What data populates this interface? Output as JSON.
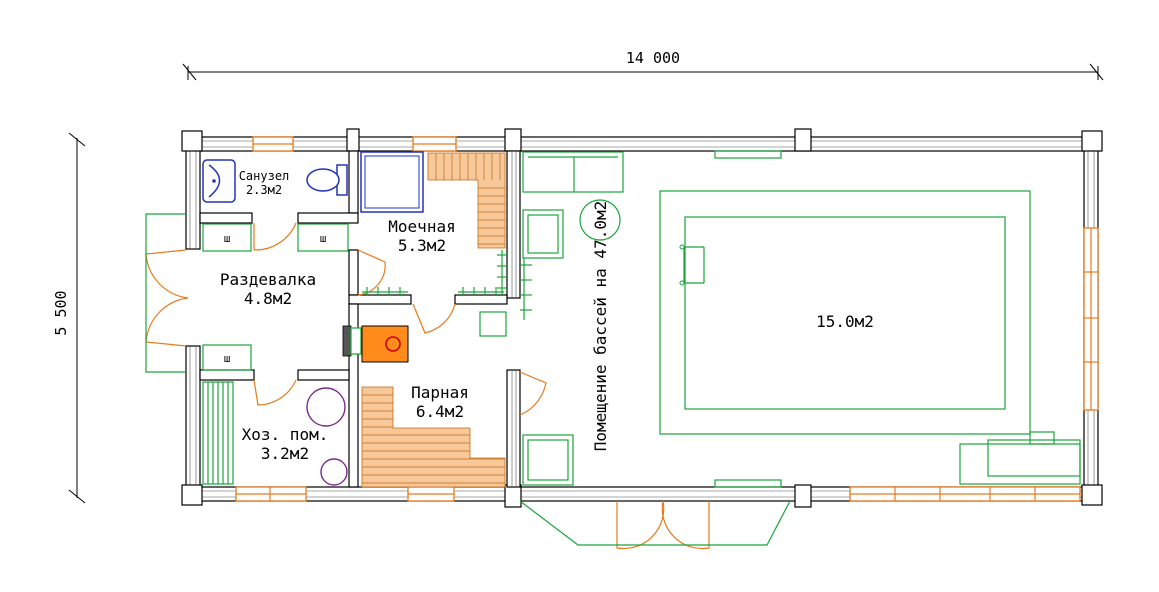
{
  "dimensions": {
    "width_label": "14 000",
    "height_label": "5 500"
  },
  "rooms": {
    "bathroom": {
      "name": "Санузел",
      "area": "2.3м2"
    },
    "washroom": {
      "name": "Моечная",
      "area": "5.3м2"
    },
    "changing": {
      "name": "Раздевалка",
      "area": "4.8м2"
    },
    "storage": {
      "name": "Хоз. пом.",
      "area": "3.2м2"
    },
    "steam": {
      "name": "Парная",
      "area": "6.4м2"
    },
    "pool_room": {
      "name": "Помещение бассей на 47.0м2"
    },
    "pool": {
      "area": "15.0м2"
    }
  },
  "cabinet_label": "ш",
  "colors": {
    "wall": "#000000",
    "window": "#e87a1c",
    "furniture": "#1aa53a",
    "sanitary": "#2233bb",
    "sauna_bench": "#f7c89a",
    "stove": "#ff8c1a",
    "stove_ring": "#cc0000",
    "storage_circle": "#7a2a8a"
  },
  "icons": [
    "sink-icon",
    "toilet-icon",
    "shower-tray-icon",
    "stove-icon",
    "pool-ladder-icon"
  ]
}
